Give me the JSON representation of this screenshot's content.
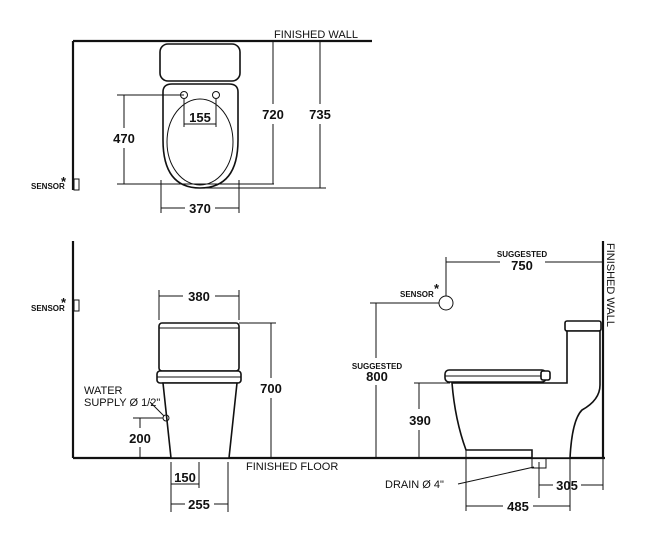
{
  "labels": {
    "finished_wall_top": "FINISHED WALL",
    "finished_wall_side": "FINISHED WALL",
    "finished_floor": "FINISHED FLOOR",
    "sensor": "SENSOR",
    "asterisk": "*",
    "water_supply_line1": "WATER",
    "water_supply_line2": "SUPPLY Ø 1/2\"",
    "drain": "DRAIN Ø 4\"",
    "suggested": "SUGGESTED"
  },
  "plan_view": {
    "hole_spacing": "155",
    "bowl_length": "470",
    "depth_to_front": "720",
    "overall_depth": "735",
    "width": "370"
  },
  "front_view": {
    "tank_width": "380",
    "height": "700",
    "supply_height": "200",
    "supply_offset": "150",
    "base_width": "255"
  },
  "side_view": {
    "sensor_distance": "750",
    "sensor_height": "800",
    "seat_height": "390",
    "rough_in": "305",
    "base_length": "485"
  }
}
